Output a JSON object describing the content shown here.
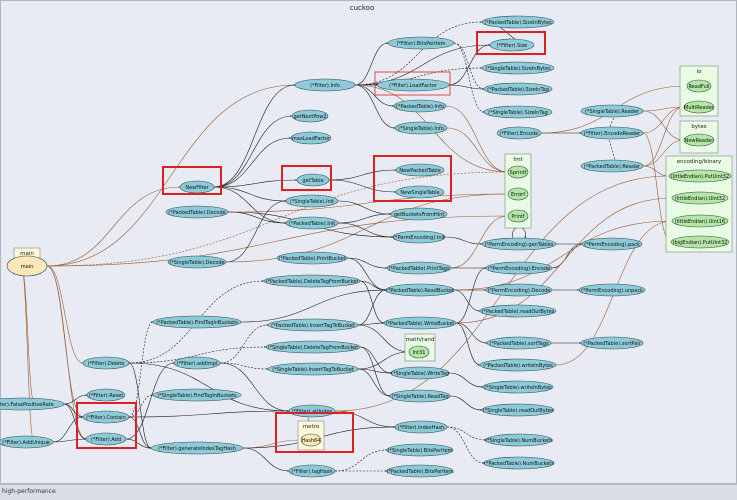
{
  "title": "cuckoo",
  "footer_text": "high-performance",
  "clusters": [
    {
      "id": "main",
      "label": "main"
    },
    {
      "id": "fmt",
      "label": "fmt"
    },
    {
      "id": "io",
      "label": "io"
    },
    {
      "id": "bytes",
      "label": "bytes"
    },
    {
      "id": "binary",
      "label": "encoding/binary"
    },
    {
      "id": "rand",
      "label": "math/rand"
    },
    {
      "id": "metro",
      "label": "metro"
    }
  ],
  "nodes": [
    {
      "id": "main",
      "label": "main"
    },
    {
      "id": "ptSizeInBytes",
      "label": "(*PackedTable).SizeInBytes"
    },
    {
      "id": "fBitsPerItem",
      "label": "(*Filter).BitsPerItem"
    },
    {
      "id": "fSize",
      "label": "(*Filter).Size"
    },
    {
      "id": "stSizeInBytes",
      "label": "(*SingleTable).SizeInBytes"
    },
    {
      "id": "fInfo",
      "label": "(*Filter).Info"
    },
    {
      "id": "fLoadFactor",
      "label": "(*Filter).LoadFactor"
    },
    {
      "id": "ptSizeInTag",
      "label": "(*PackedTable).SizeInTag"
    },
    {
      "id": "ptInfo",
      "label": "(*PackedTable).Info"
    },
    {
      "id": "stSizeInTag",
      "label": "(*SingleTable).SizeInTag"
    },
    {
      "id": "stInfo",
      "label": "(*SingleTable).Info"
    },
    {
      "id": "fEncode",
      "label": "(*Filter).Encode"
    },
    {
      "id": "fEncodeReader",
      "label": "(*Filter).EncodeReader"
    },
    {
      "id": "stReader",
      "label": "(*SingleTable).Reader"
    },
    {
      "id": "ptReader",
      "label": "(*PackedTable).Reader"
    },
    {
      "id": "getNextPow2",
      "label": "getNextPow2"
    },
    {
      "id": "maxLoadFactor",
      "label": "maxLoadFactor"
    },
    {
      "id": "newFilter",
      "label": "NewFilter"
    },
    {
      "id": "getTable",
      "label": "getTable"
    },
    {
      "id": "newPackedTable",
      "label": "NewPackedTable"
    },
    {
      "id": "newSingleTable",
      "label": "NewSingleTable"
    },
    {
      "id": "ptDecode",
      "label": "(*PackedTable).Decode"
    },
    {
      "id": "stInit",
      "label": "(*SingleTable).Init"
    },
    {
      "id": "ptInit",
      "label": "(*PackedTable).Init"
    },
    {
      "id": "getBucketsFromHint",
      "label": "getBucketsFromHint"
    },
    {
      "id": "peInit",
      "label": "(*PermEncoding).Init"
    },
    {
      "id": "stDecode",
      "label": "(*SingleTable).Decode"
    },
    {
      "id": "ptPrintBucket",
      "label": "(*PackedTable).PrintBucket"
    },
    {
      "id": "peGenTables",
      "label": "(*PermEncoding).genTables"
    },
    {
      "id": "pePack",
      "label": "(*PermEncoding).pack"
    },
    {
      "id": "ptPrintTags",
      "label": "(*PackedTable).PrintTags"
    },
    {
      "id": "peEncode",
      "label": "(*PermEncoding).Encode"
    },
    {
      "id": "ptDeleteTagFromBucket",
      "label": "(*PackedTable).DeleteTagFromBucket"
    },
    {
      "id": "ptReadBucket",
      "label": "(*PackedTable).ReadBucket"
    },
    {
      "id": "peDecode",
      "label": "(*PermEncoding).Decode"
    },
    {
      "id": "peUnpack",
      "label": "(*PermEncoding).unpack"
    },
    {
      "id": "ptReadOutBytes",
      "label": "(*PackedTable).readOutBytes"
    },
    {
      "id": "ptFindTagInBuckets",
      "label": "(*PackedTable).FindTagInBuckets"
    },
    {
      "id": "ptInsertTagToBucket",
      "label": "(*PackedTable).InsertTagToBucket"
    },
    {
      "id": "ptWriteBucket",
      "label": "(*PackedTable).WriteBucket"
    },
    {
      "id": "stDeleteTagFromBucket",
      "label": "(*SingleTable).DeleteTagFromBucket"
    },
    {
      "id": "ptSortTags",
      "label": "(*PackedTable).sortTags"
    },
    {
      "id": "ptSortPair",
      "label": "(*PackedTable).sortPair"
    },
    {
      "id": "fDelete",
      "label": "(*Filter).Delete"
    },
    {
      "id": "fAddImpl",
      "label": "(*Filter).addImpl"
    },
    {
      "id": "stInsertTagToBucket",
      "label": "(*SingleTable).InsertTagToBucket"
    },
    {
      "id": "ptWriteInBytes",
      "label": "(*PackedTable).writeInBytes"
    },
    {
      "id": "stWriteTag",
      "label": "(*SingleTable).WriteTag"
    },
    {
      "id": "stWriteInBytes",
      "label": "(*SingleTable).writeInBytes"
    },
    {
      "id": "fReset",
      "label": "(*Filter).Reset"
    },
    {
      "id": "stFindTagInBuckets",
      "label": "(*SingleTable).FindTagInBuckets"
    },
    {
      "id": "stReadTag",
      "label": "(*SingleTable).ReadTag"
    },
    {
      "id": "fFalsePositiveRate",
      "label": "(*Filter).FalsePositiveRate"
    },
    {
      "id": "fContain",
      "label": "(*Filter).Contain"
    },
    {
      "id": "fAltIndex",
      "label": "(*Filter).altIndex"
    },
    {
      "id": "stReadOutBytes",
      "label": "(*SingleTable).readOutBytes"
    },
    {
      "id": "fIndexHash",
      "label": "(*Filter).indexHash"
    },
    {
      "id": "fAddUnique",
      "label": "(*Filter).AddUnique"
    },
    {
      "id": "fAdd",
      "label": "(*Filter).Add"
    },
    {
      "id": "generateIndexTagHash",
      "label": "(*Filter).generateIndexTagHash"
    },
    {
      "id": "stNumBuckets",
      "label": "(*SingleTable).NumBuckets"
    },
    {
      "id": "stBitsPerItem",
      "label": "(*SingleTable).BitsPerItem"
    },
    {
      "id": "fTagHash",
      "label": "(*Filter).tagHash"
    },
    {
      "id": "ptNumBuckets",
      "label": "(*PackedTable).NumBuckets"
    },
    {
      "id": "ptBitsPerItem",
      "label": "(*PackedTable).BitsPerItem"
    },
    {
      "id": "sprintf",
      "label": "Sprintf"
    },
    {
      "id": "errorf",
      "label": "Errorf"
    },
    {
      "id": "printf",
      "label": "Printf"
    },
    {
      "id": "readFull",
      "label": "ReadFull"
    },
    {
      "id": "multiReader",
      "label": "MultiReader"
    },
    {
      "id": "newReader",
      "label": "NewReader"
    },
    {
      "id": "leUint32",
      "label": "(littleEndian).Uint32"
    },
    {
      "id": "lePutUint32",
      "label": "(littleEndian).PutUint32"
    },
    {
      "id": "leUint16",
      "label": "(littleEndian).Uint16"
    },
    {
      "id": "bePutUint32",
      "label": "(bigEndian).PutUint32"
    },
    {
      "id": "int31",
      "label": "Int31"
    },
    {
      "id": "hash64",
      "label": "Hash64"
    }
  ],
  "colors": {
    "node_fill": "#8ecbd8",
    "node_stroke": "#2b4a56",
    "ext_fill": "#b4e6a4",
    "main_fill": "#fde8b8",
    "cluster_green": "#e9fbe2",
    "cluster_yellow": "#fdf8db",
    "edge_black": "#1a1a1a",
    "edge_brown": "#9a5a2a",
    "highlight": "#e02020"
  }
}
